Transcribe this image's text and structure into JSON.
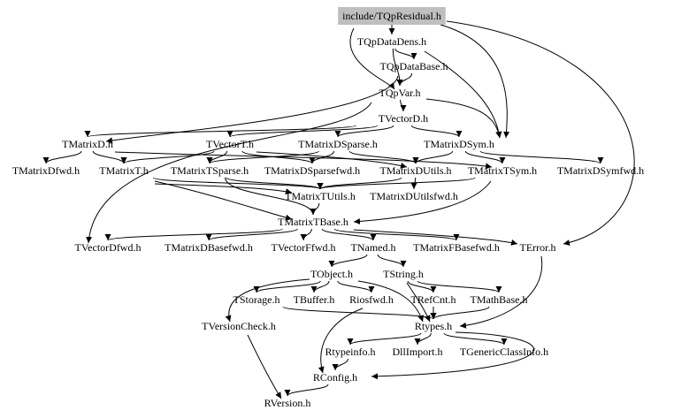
{
  "graph": {
    "root": "include/TQpResidual.h",
    "colors": {
      "root_fill": "#bfbfbf",
      "edge": "#000000",
      "text": "#000000",
      "background": "#ffffff"
    },
    "nodes": [
      {
        "id": "n0",
        "label": "include/TQpResidual.h"
      },
      {
        "id": "n1",
        "label": "TQpDataDens.h"
      },
      {
        "id": "n2",
        "label": "TQpDataBase.h"
      },
      {
        "id": "n3",
        "label": "TQpVar.h"
      },
      {
        "id": "n4",
        "label": "TVectorD.h"
      },
      {
        "id": "n5",
        "label": "TMatrixD.h"
      },
      {
        "id": "n6",
        "label": "TVectorT.h"
      },
      {
        "id": "n7",
        "label": "TMatrixDSparse.h"
      },
      {
        "id": "n8",
        "label": "TMatrixDSym.h"
      },
      {
        "id": "n9",
        "label": "TMatrixDfwd.h"
      },
      {
        "id": "n10",
        "label": "TMatrixT.h"
      },
      {
        "id": "n11",
        "label": "TMatrixTSparse.h"
      },
      {
        "id": "n12",
        "label": "TMatrixDSparsefwd.h"
      },
      {
        "id": "n13",
        "label": "TMatrixDUtils.h"
      },
      {
        "id": "n14",
        "label": "TMatrixTSym.h"
      },
      {
        "id": "n15",
        "label": "TMatrixDSymfwd.h"
      },
      {
        "id": "n16",
        "label": "TMatrixTUtils.h"
      },
      {
        "id": "n17",
        "label": "TMatrixDUtilsfwd.h"
      },
      {
        "id": "n18",
        "label": "TMatrixTBase.h"
      },
      {
        "id": "n19",
        "label": "TVectorDfwd.h"
      },
      {
        "id": "n20",
        "label": "TMatrixDBasefwd.h"
      },
      {
        "id": "n21",
        "label": "TVectorFfwd.h"
      },
      {
        "id": "n22",
        "label": "TNamed.h"
      },
      {
        "id": "n23",
        "label": "TMatrixFBasefwd.h"
      },
      {
        "id": "n24",
        "label": "TError.h"
      },
      {
        "id": "n25",
        "label": "TObject.h"
      },
      {
        "id": "n26",
        "label": "TString.h"
      },
      {
        "id": "n27",
        "label": "TStorage.h"
      },
      {
        "id": "n28",
        "label": "TBuffer.h"
      },
      {
        "id": "n29",
        "label": "Riosfwd.h"
      },
      {
        "id": "n30",
        "label": "TRefCnt.h"
      },
      {
        "id": "n31",
        "label": "TMathBase.h"
      },
      {
        "id": "n32",
        "label": "TVersionCheck.h"
      },
      {
        "id": "n33",
        "label": "Rtypes.h"
      },
      {
        "id": "n34",
        "label": "Rtypeinfo.h"
      },
      {
        "id": "n35",
        "label": "DllImport.h"
      },
      {
        "id": "n36",
        "label": "TGenericClassInfo.h"
      },
      {
        "id": "n37",
        "label": "RConfig.h"
      },
      {
        "id": "n38",
        "label": "RVersion.h"
      }
    ],
    "edges": [
      {
        "from": "n0",
        "to": "n1"
      },
      {
        "from": "n0",
        "to": "n3"
      },
      {
        "from": "n0",
        "to": "n8"
      },
      {
        "from": "n0",
        "to": "n24"
      },
      {
        "from": "n1",
        "to": "n2"
      },
      {
        "from": "n1",
        "to": "n3"
      },
      {
        "from": "n1",
        "to": "n8"
      },
      {
        "from": "n2",
        "to": "n3"
      },
      {
        "from": "n2",
        "to": "n5"
      },
      {
        "from": "n3",
        "to": "n4"
      },
      {
        "from": "n3",
        "to": "n8"
      },
      {
        "from": "n3",
        "to": "n19"
      },
      {
        "from": "n4",
        "to": "n5"
      },
      {
        "from": "n4",
        "to": "n6"
      },
      {
        "from": "n4",
        "to": "n7"
      },
      {
        "from": "n4",
        "to": "n8"
      },
      {
        "from": "n5",
        "to": "n9"
      },
      {
        "from": "n5",
        "to": "n10"
      },
      {
        "from": "n5",
        "to": "n14"
      },
      {
        "from": "n6",
        "to": "n10"
      },
      {
        "from": "n6",
        "to": "n11"
      },
      {
        "from": "n6",
        "to": "n12"
      },
      {
        "from": "n6",
        "to": "n13"
      },
      {
        "from": "n7",
        "to": "n11"
      },
      {
        "from": "n7",
        "to": "n12"
      },
      {
        "from": "n7",
        "to": "n13"
      },
      {
        "from": "n8",
        "to": "n13"
      },
      {
        "from": "n8",
        "to": "n14"
      },
      {
        "from": "n8",
        "to": "n15"
      },
      {
        "from": "n10",
        "to": "n16"
      },
      {
        "from": "n10",
        "to": "n17"
      },
      {
        "from": "n10",
        "to": "n18"
      },
      {
        "from": "n11",
        "to": "n16"
      },
      {
        "from": "n11",
        "to": "n18"
      },
      {
        "from": "n13",
        "to": "n16"
      },
      {
        "from": "n13",
        "to": "n17"
      },
      {
        "from": "n14",
        "to": "n16"
      },
      {
        "from": "n14",
        "to": "n18"
      },
      {
        "from": "n16",
        "to": "n18"
      },
      {
        "from": "n18",
        "to": "n19"
      },
      {
        "from": "n18",
        "to": "n20"
      },
      {
        "from": "n18",
        "to": "n21"
      },
      {
        "from": "n18",
        "to": "n22"
      },
      {
        "from": "n18",
        "to": "n23"
      },
      {
        "from": "n18",
        "to": "n24"
      },
      {
        "from": "n22",
        "to": "n25"
      },
      {
        "from": "n22",
        "to": "n26"
      },
      {
        "from": "n24",
        "to": "n33"
      },
      {
        "from": "n25",
        "to": "n27"
      },
      {
        "from": "n25",
        "to": "n28"
      },
      {
        "from": "n25",
        "to": "n29"
      },
      {
        "from": "n25",
        "to": "n33"
      },
      {
        "from": "n25",
        "to": "n32"
      },
      {
        "from": "n26",
        "to": "n30"
      },
      {
        "from": "n26",
        "to": "n31"
      },
      {
        "from": "n26",
        "to": "n33"
      },
      {
        "from": "n27",
        "to": "n33"
      },
      {
        "from": "n29",
        "to": "n37"
      },
      {
        "from": "n30",
        "to": "n33"
      },
      {
        "from": "n31",
        "to": "n33"
      },
      {
        "from": "n32",
        "to": "n38"
      },
      {
        "from": "n33",
        "to": "n34"
      },
      {
        "from": "n33",
        "to": "n35"
      },
      {
        "from": "n33",
        "to": "n36"
      },
      {
        "from": "n33",
        "to": "n37"
      },
      {
        "from": "n34",
        "to": "n37"
      },
      {
        "from": "n37",
        "to": "n38"
      }
    ]
  }
}
